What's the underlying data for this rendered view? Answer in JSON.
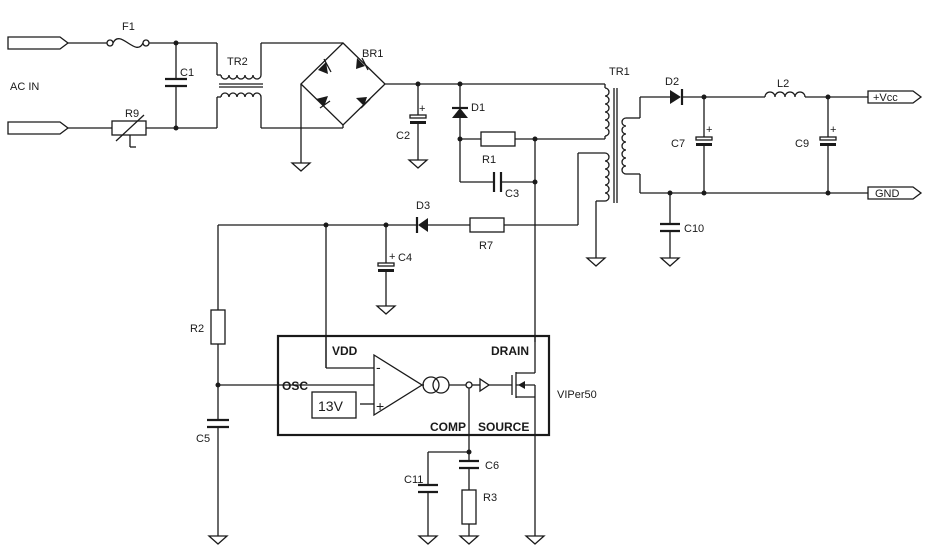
{
  "labels": {
    "ac_in": "AC IN",
    "f1": "F1",
    "c1": "C1",
    "tr2": "TR2",
    "br1": "BR1",
    "r9": "R9",
    "c2": "C2",
    "d1": "D1",
    "r1": "R1",
    "c3": "C3",
    "tr1": "TR1",
    "d2": "D2",
    "l2": "L2",
    "c7": "C7",
    "c9": "C9",
    "c10": "C10",
    "vcc": "+Vcc",
    "gnd": "GND",
    "d3": "D3",
    "r7": "R7",
    "c4": "C4",
    "r2": "R2",
    "c5": "C5",
    "c11": "C11",
    "c6": "C6",
    "r3": "R3",
    "plus": "+"
  },
  "ic": {
    "name": "VIPer50",
    "vdd": "VDD",
    "drain": "DRAIN",
    "osc": "OSC",
    "comp": "COMP",
    "source": "SOURCE",
    "ref": "13V",
    "minus": "-",
    "plus": "+"
  }
}
